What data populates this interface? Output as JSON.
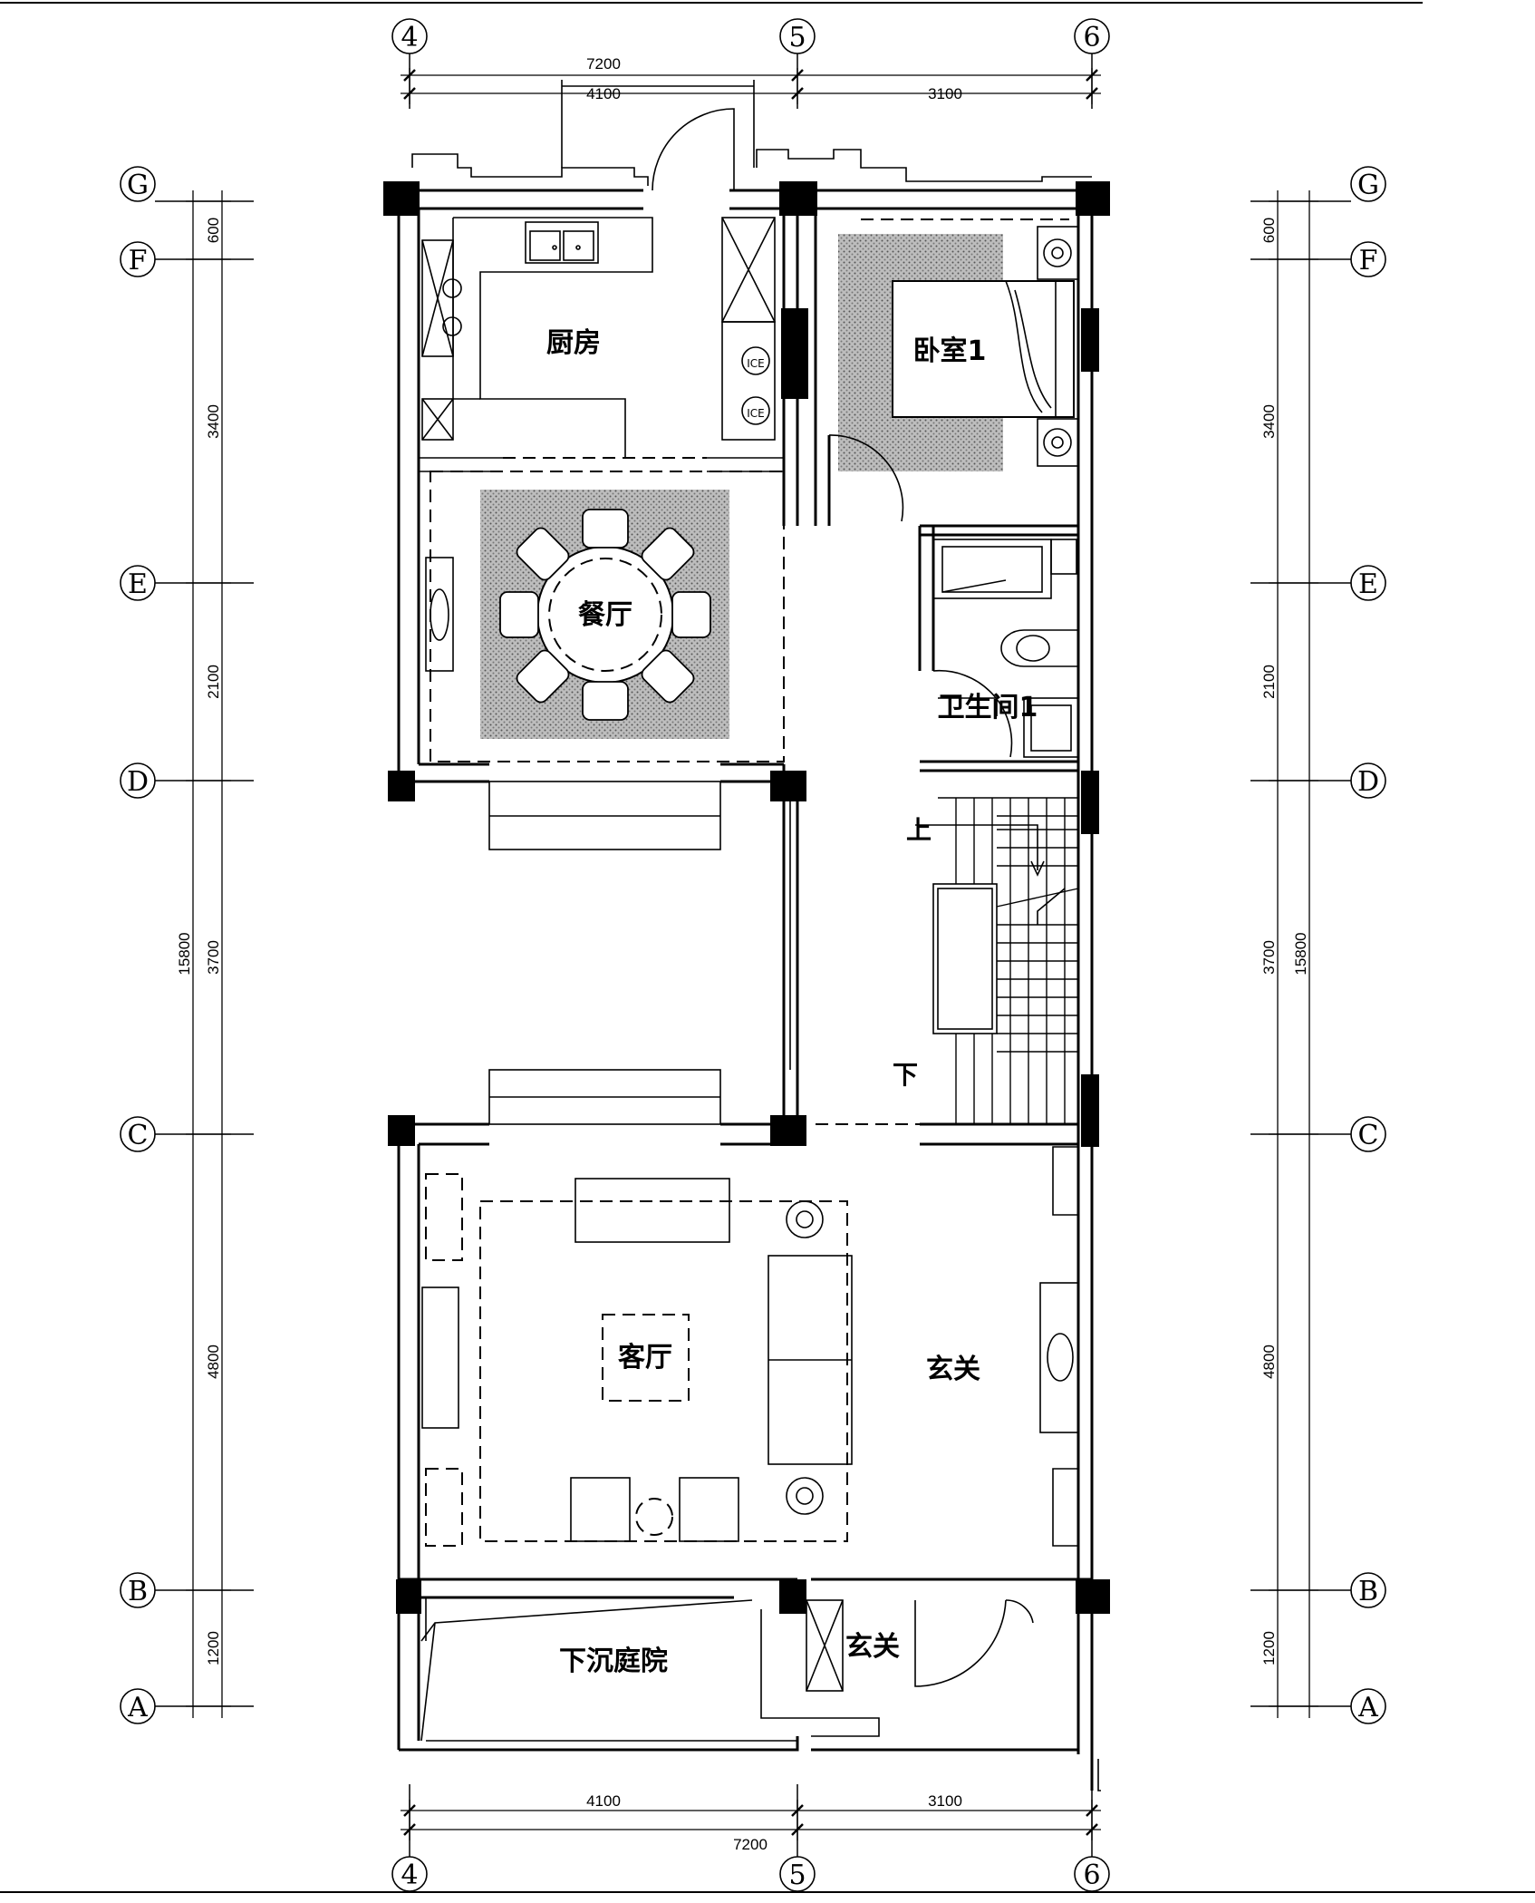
{
  "rooms": {
    "kitchen": "厨房",
    "dining": "餐厅",
    "bedroom": "卧室1",
    "bathroom": "卫生间1",
    "living": "客厅",
    "foyer": "玄关",
    "entry": "玄关",
    "courtyard": "下沉庭院"
  },
  "stairs": {
    "up": "上",
    "down": "下"
  },
  "fixture_text": {
    "ice1": "ICE",
    "ice2": "ICE"
  },
  "axes": {
    "columns": [
      "4",
      "5",
      "6"
    ],
    "rows": [
      "G",
      "F",
      "E",
      "D",
      "C",
      "B",
      "A"
    ]
  },
  "dimensions": {
    "top_total": "7200",
    "top_left": "4100",
    "top_right": "3100",
    "bottom_total": "7200",
    "bottom_left": "4100",
    "bottom_right": "3100",
    "left": [
      "600",
      "3400",
      "2100",
      "3700",
      "4800",
      "1200"
    ],
    "left_total": "15800",
    "right": [
      "600",
      "3400",
      "2100",
      "3700",
      "4800",
      "1200"
    ],
    "right_total": "15800"
  }
}
